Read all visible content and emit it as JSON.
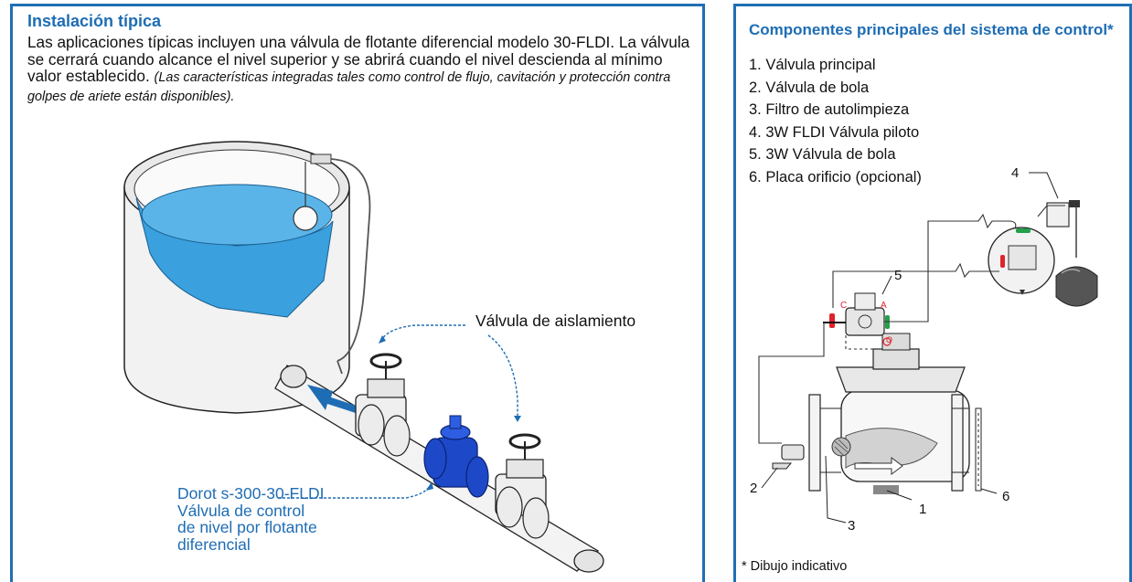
{
  "left_panel": {
    "title": "Instalación típica",
    "intro_text": "Las aplicaciones típicas incluyen una válvula de flotante diferencial modelo 30-FLDI. La válvula se cerrará cuando alcance el nivel superior y se abrirá cuando el nivel descienda al mínimo valor establecido.",
    "italic_text": "(Las características integradas tales como control de flujo, cavitación y protección contra golpes de ariete están disponibles).",
    "isolation_label": "Válvula de aislamiento",
    "valve_label": [
      "Dorot s-300-30-FLDI",
      "Válvula de control",
      "de nivel por flotante",
      "diferencial"
    ]
  },
  "right_panel": {
    "title": "Componentes principales del sistema de control*",
    "components": [
      "1. Válvula principal",
      "2. Válvula de bola",
      "3. Filtro de autolimpieza",
      "4. 3W FLDI Válvula piloto",
      "5. 3W Válvula de bola",
      "6. Placa orificio (opcional)"
    ],
    "diagram_numbers": [
      "1",
      "2",
      "3",
      "4",
      "5",
      "6"
    ],
    "port_labels": [
      "C",
      "A",
      "O"
    ],
    "footnote": "* Dibujo indicativo"
  },
  "colors": {
    "accent_blue": "#1e6db4",
    "water": "#3aa0de",
    "valve_blue": "#1d49c8",
    "green_marker": "#22a04a",
    "red_marker": "#e0242b"
  }
}
